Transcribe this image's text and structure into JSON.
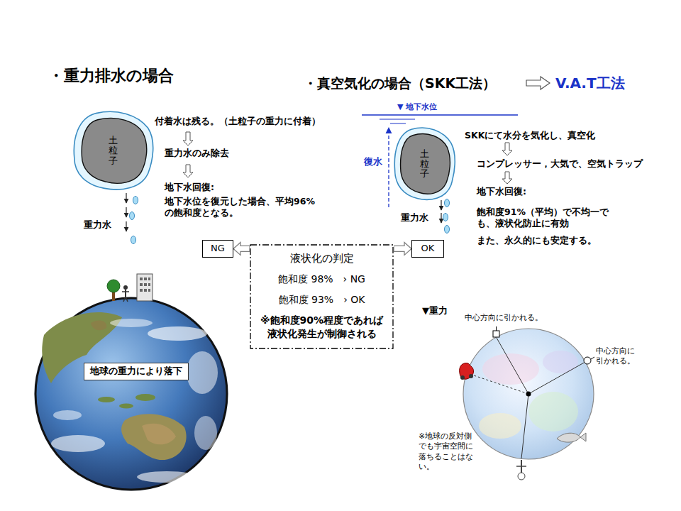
{
  "diagram": {
    "nodes": [
      {
        "text": [
          "土粒子"
        ]
      },
      {
        "text": [
          "土粒子"
        ]
      },
      {
        "text": [
          "NG"
        ]
      },
      {
        "text": [
          "液状化の判定",
          "飽和度 98%　› NG",
          "飽和度 93%　› OK",
          "※飽和度90%程度であれば液状化発生が制御される"
        ]
      },
      {
        "text": [
          "OK"
        ]
      },
      {
        "text": [
          "地球の重力により落下"
        ]
      }
    ],
    "edges": [
      {
        "from": 3,
        "to": 2,
        "arrow": "to"
      },
      {
        "from": 3,
        "to": 4,
        "arrow": "to"
      }
    ],
    "labels": [
      "・重力排水の場合",
      "・真空気化の場合（SKK工法）",
      "V.A.T工法",
      "▼ 地下水位",
      "付着水は残る。（土粒子の重力に付着）",
      "重力水のみ除去",
      "地下水回復:",
      "地下水位を復元した場合、平均96%の飽和度となる。",
      "重力水",
      "SKKにて水分を気化し、真空化",
      "復水",
      "コンプレッサー，大気で、空気トラップ",
      "地下水回復:",
      "飽和度91%（平均）で不均一でも、液状化防止に有効",
      "また、永久的にも安定する。",
      "重力水",
      "▼重力",
      "中心方向に引かれる。",
      "中心方向に引かれる。",
      "※地球の反対側でも宇宙空間に落ちることはない。"
    ]
  }
}
